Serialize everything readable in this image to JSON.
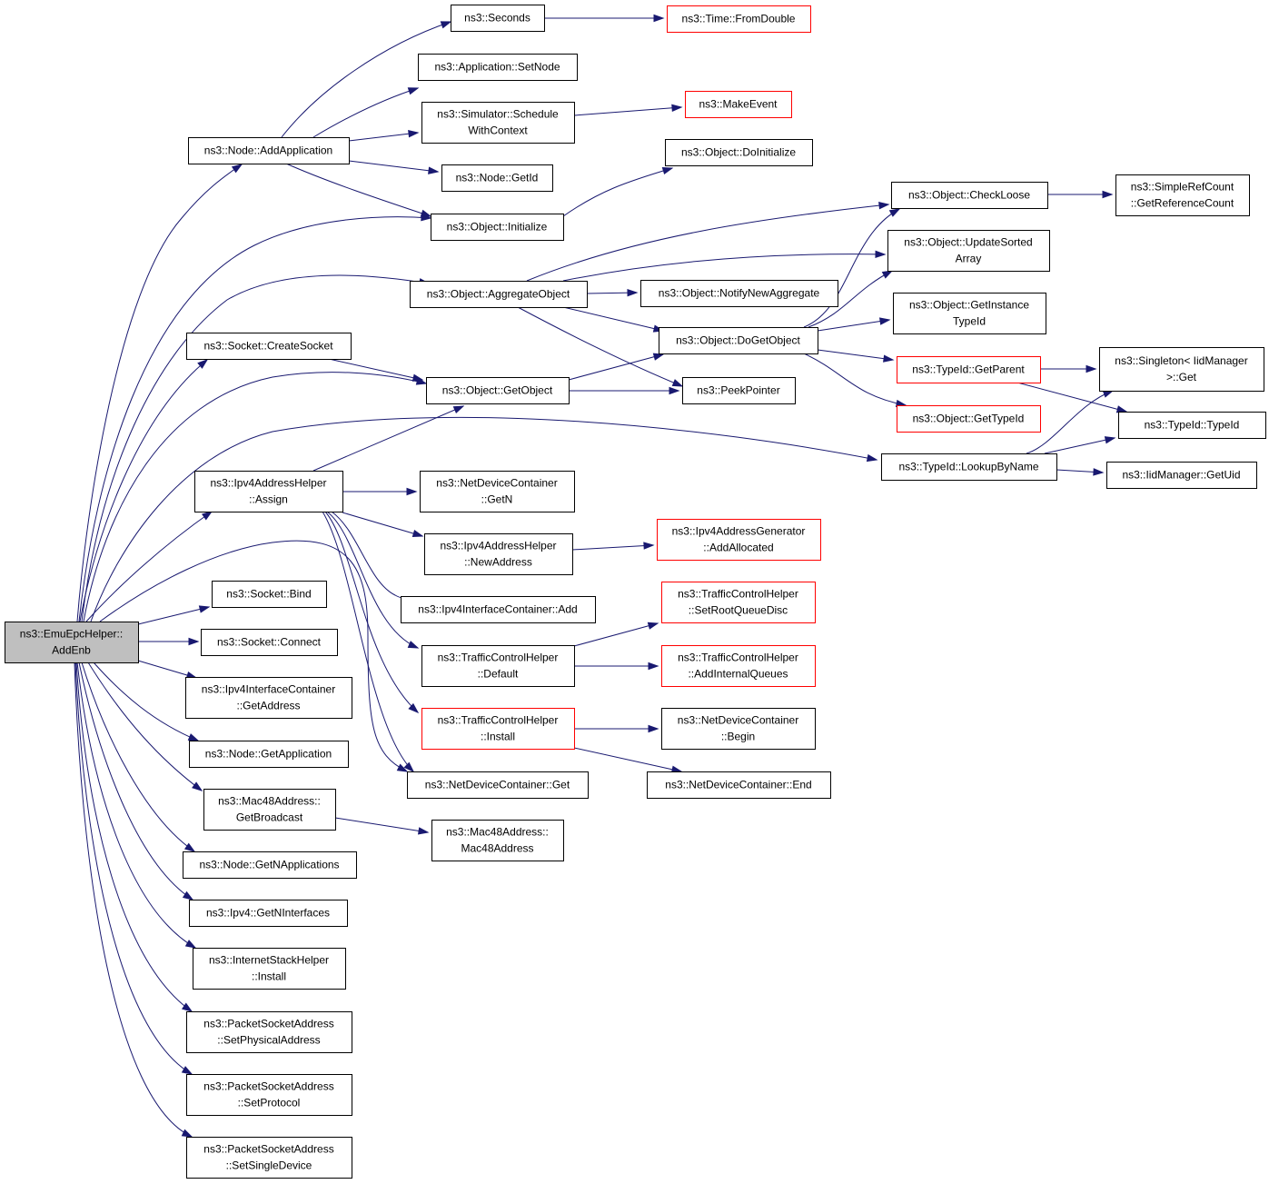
{
  "graph": {
    "root": "n_root",
    "nodes": {
      "n_root": {
        "lines": [
          "ns3::EmuEpcHelper::",
          "AddEnb"
        ],
        "style": "root"
      },
      "n_addapp": {
        "lines": [
          "ns3::Node::AddApplication"
        ],
        "style": "black"
      },
      "n_createsock": {
        "lines": [
          "ns3::Socket::CreateSocket"
        ],
        "style": "black"
      },
      "n_assign": {
        "lines": [
          "ns3::Ipv4AddressHelper",
          "::Assign"
        ],
        "style": "black"
      },
      "n_bind": {
        "lines": [
          "ns3::Socket::Bind"
        ],
        "style": "black"
      },
      "n_connect": {
        "lines": [
          "ns3::Socket::Connect"
        ],
        "style": "black"
      },
      "n_getaddr": {
        "lines": [
          "ns3::Ipv4InterfaceContainer",
          "::GetAddress"
        ],
        "style": "black"
      },
      "n_getappl": {
        "lines": [
          "ns3::Node::GetApplication"
        ],
        "style": "black"
      },
      "n_getbcast": {
        "lines": [
          "ns3::Mac48Address::",
          "GetBroadcast"
        ],
        "style": "black"
      },
      "n_getnapps": {
        "lines": [
          "ns3::Node::GetNApplications"
        ],
        "style": "black"
      },
      "n_getnif": {
        "lines": [
          "ns3::Ipv4::GetNInterfaces"
        ],
        "style": "black"
      },
      "n_inetinstall": {
        "lines": [
          "ns3::InternetStackHelper",
          "::Install"
        ],
        "style": "black"
      },
      "n_setphys": {
        "lines": [
          "ns3::PacketSocketAddress",
          "::SetPhysicalAddress"
        ],
        "style": "black"
      },
      "n_setproto": {
        "lines": [
          "ns3::PacketSocketAddress",
          "::SetProtocol"
        ],
        "style": "black"
      },
      "n_setsingle": {
        "lines": [
          "ns3::PacketSocketAddress",
          "::SetSingleDevice"
        ],
        "style": "black"
      },
      "n_seconds": {
        "lines": [
          "ns3::Seconds"
        ],
        "style": "black"
      },
      "n_setnode": {
        "lines": [
          "ns3::Application::SetNode"
        ],
        "style": "black"
      },
      "n_schedule": {
        "lines": [
          "ns3::Simulator::Schedule",
          "WithContext"
        ],
        "style": "black"
      },
      "n_getid": {
        "lines": [
          "ns3::Node::GetId"
        ],
        "style": "black"
      },
      "n_initialize": {
        "lines": [
          "ns3::Object::Initialize"
        ],
        "style": "black"
      },
      "n_aggregate": {
        "lines": [
          "ns3::Object::AggregateObject"
        ],
        "style": "black"
      },
      "n_getobject": {
        "lines": [
          "ns3::Object::GetObject"
        ],
        "style": "black"
      },
      "n_ndc_getn": {
        "lines": [
          "ns3::NetDeviceContainer",
          "::GetN"
        ],
        "style": "black"
      },
      "n_newaddr": {
        "lines": [
          "ns3::Ipv4AddressHelper",
          "::NewAddress"
        ],
        "style": "black"
      },
      "n_ifadd": {
        "lines": [
          "ns3::Ipv4InterfaceContainer::Add"
        ],
        "style": "black"
      },
      "n_tc_default": {
        "lines": [
          "ns3::TrafficControlHelper",
          "::Default"
        ],
        "style": "black"
      },
      "n_tc_install": {
        "lines": [
          "ns3::TrafficControlHelper",
          "::Install"
        ],
        "style": "red"
      },
      "n_ndc_get": {
        "lines": [
          "ns3::NetDeviceContainer::Get"
        ],
        "style": "black"
      },
      "n_mac48": {
        "lines": [
          "ns3::Mac48Address::",
          "Mac48Address"
        ],
        "style": "black"
      },
      "n_fromdouble": {
        "lines": [
          "ns3::Time::FromDouble"
        ],
        "style": "red"
      },
      "n_makeevent": {
        "lines": [
          "ns3::MakeEvent"
        ],
        "style": "red"
      },
      "n_doinit": {
        "lines": [
          "ns3::Object::DoInitialize"
        ],
        "style": "black"
      },
      "n_notify": {
        "lines": [
          "ns3::Object::NotifyNewAggregate"
        ],
        "style": "black"
      },
      "n_dogetobject": {
        "lines": [
          "ns3::Object::DoGetObject"
        ],
        "style": "black"
      },
      "n_peek": {
        "lines": [
          "ns3::PeekPointer"
        ],
        "style": "black"
      },
      "n_addalloc": {
        "lines": [
          "ns3::Ipv4AddressGenerator",
          "::AddAllocated"
        ],
        "style": "red"
      },
      "n_setroot": {
        "lines": [
          "ns3::TrafficControlHelper",
          "::SetRootQueueDisc"
        ],
        "style": "red"
      },
      "n_addinternal": {
        "lines": [
          "ns3::TrafficControlHelper",
          "::AddInternalQueues"
        ],
        "style": "red"
      },
      "n_begin": {
        "lines": [
          "ns3::NetDeviceContainer",
          "::Begin"
        ],
        "style": "black"
      },
      "n_end": {
        "lines": [
          "ns3::NetDeviceContainer::End"
        ],
        "style": "black"
      },
      "n_checkloose": {
        "lines": [
          "ns3::Object::CheckLoose"
        ],
        "style": "black"
      },
      "n_updsorted": {
        "lines": [
          "ns3::Object::UpdateSorted",
          "Array"
        ],
        "style": "black"
      },
      "n_getinst": {
        "lines": [
          "ns3::Object::GetInstance",
          "TypeId"
        ],
        "style": "black"
      },
      "n_getparent": {
        "lines": [
          "ns3::TypeId::GetParent"
        ],
        "style": "red"
      },
      "n_gettypeid": {
        "lines": [
          "ns3::Object::GetTypeId"
        ],
        "style": "red"
      },
      "n_lookup": {
        "lines": [
          "ns3::TypeId::LookupByName"
        ],
        "style": "black"
      },
      "n_refcount": {
        "lines": [
          "ns3::SimpleRefCount",
          "::GetReferenceCount"
        ],
        "style": "black"
      },
      "n_singleton": {
        "lines": [
          "ns3::Singleton< IidManager",
          " >::Get"
        ],
        "style": "black"
      },
      "n_typeid": {
        "lines": [
          "ns3::TypeId::TypeId"
        ],
        "style": "black"
      },
      "n_getuid": {
        "lines": [
          "ns3::IidManager::GetUid"
        ],
        "style": "black"
      }
    },
    "edges": [
      [
        "n_root",
        "n_addapp"
      ],
      [
        "n_root",
        "n_createsock"
      ],
      [
        "n_root",
        "n_assign"
      ],
      [
        "n_root",
        "n_bind"
      ],
      [
        "n_root",
        "n_connect"
      ],
      [
        "n_root",
        "n_getaddr"
      ],
      [
        "n_root",
        "n_getappl"
      ],
      [
        "n_root",
        "n_getbcast"
      ],
      [
        "n_root",
        "n_getnapps"
      ],
      [
        "n_root",
        "n_getnif"
      ],
      [
        "n_root",
        "n_inetinstall"
      ],
      [
        "n_root",
        "n_setphys"
      ],
      [
        "n_root",
        "n_setproto"
      ],
      [
        "n_root",
        "n_setsingle"
      ],
      [
        "n_root",
        "n_initialize"
      ],
      [
        "n_root",
        "n_aggregate"
      ],
      [
        "n_root",
        "n_getobject"
      ],
      [
        "n_root",
        "n_lookup"
      ],
      [
        "n_root",
        "n_ndc_get"
      ],
      [
        "n_addapp",
        "n_seconds"
      ],
      [
        "n_addapp",
        "n_setnode"
      ],
      [
        "n_addapp",
        "n_schedule"
      ],
      [
        "n_addapp",
        "n_getid"
      ],
      [
        "n_addapp",
        "n_initialize"
      ],
      [
        "n_seconds",
        "n_fromdouble"
      ],
      [
        "n_schedule",
        "n_makeevent"
      ],
      [
        "n_initialize",
        "n_doinit"
      ],
      [
        "n_createsock",
        "n_getobject"
      ],
      [
        "n_assign",
        "n_getobject"
      ],
      [
        "n_assign",
        "n_ndc_getn"
      ],
      [
        "n_assign",
        "n_newaddr"
      ],
      [
        "n_assign",
        "n_ifadd"
      ],
      [
        "n_assign",
        "n_tc_default"
      ],
      [
        "n_assign",
        "n_tc_install"
      ],
      [
        "n_assign",
        "n_ndc_get"
      ],
      [
        "n_getbcast",
        "n_mac48"
      ],
      [
        "n_aggregate",
        "n_checkloose"
      ],
      [
        "n_aggregate",
        "n_updsorted"
      ],
      [
        "n_aggregate",
        "n_notify"
      ],
      [
        "n_aggregate",
        "n_dogetobject"
      ],
      [
        "n_aggregate",
        "n_peek"
      ],
      [
        "n_getobject",
        "n_dogetobject"
      ],
      [
        "n_getobject",
        "n_peek"
      ],
      [
        "n_dogetobject",
        "n_checkloose"
      ],
      [
        "n_dogetobject",
        "n_updsorted"
      ],
      [
        "n_dogetobject",
        "n_getinst"
      ],
      [
        "n_dogetobject",
        "n_getparent"
      ],
      [
        "n_dogetobject",
        "n_gettypeid"
      ],
      [
        "n_checkloose",
        "n_refcount"
      ],
      [
        "n_getparent",
        "n_singleton"
      ],
      [
        "n_getparent",
        "n_typeid"
      ],
      [
        "n_lookup",
        "n_singleton"
      ],
      [
        "n_lookup",
        "n_typeid"
      ],
      [
        "n_lookup",
        "n_getuid"
      ],
      [
        "n_newaddr",
        "n_addalloc"
      ],
      [
        "n_tc_default",
        "n_setroot"
      ],
      [
        "n_tc_default",
        "n_addinternal"
      ],
      [
        "n_tc_install",
        "n_begin"
      ],
      [
        "n_tc_install",
        "n_end"
      ]
    ],
    "colors": {
      "edge": "#191970",
      "node_border": "#000000",
      "node_border_red": "#ff0000",
      "root_fill": "#bfbfbf"
    }
  }
}
